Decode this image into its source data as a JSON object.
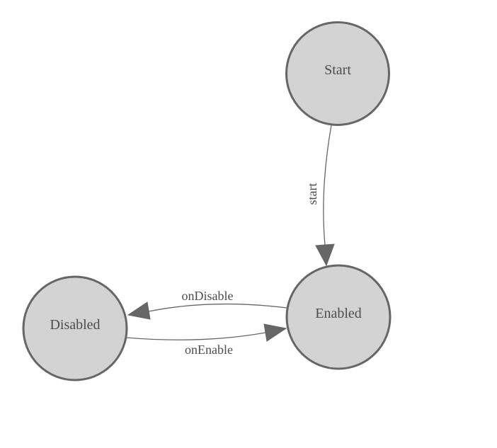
{
  "diagram": {
    "type": "state-machine",
    "nodes": [
      {
        "id": "start",
        "label": "Start"
      },
      {
        "id": "enabled",
        "label": "Enabled"
      },
      {
        "id": "disabled",
        "label": "Disabled"
      }
    ],
    "edges": [
      {
        "from": "start",
        "to": "enabled",
        "label": "start"
      },
      {
        "from": "enabled",
        "to": "disabled",
        "label": "onDisable"
      },
      {
        "from": "disabled",
        "to": "enabled",
        "label": "onEnable"
      }
    ],
    "colors": {
      "node_fill": "#d3d3d3",
      "node_border": "#666666",
      "edge_color": "#666666",
      "label_text": "#4d4d4d",
      "background": "#ffffff"
    }
  }
}
